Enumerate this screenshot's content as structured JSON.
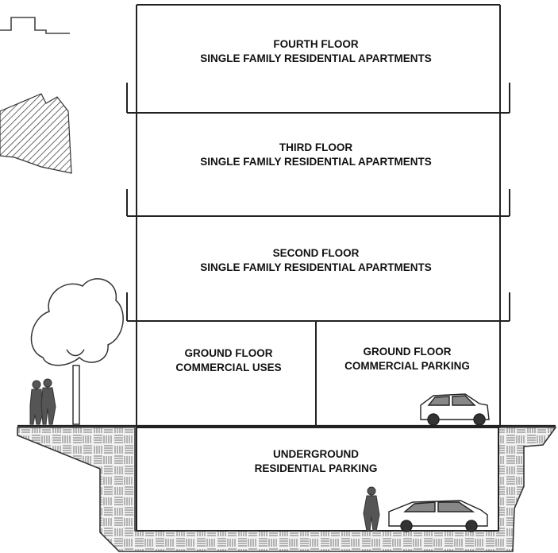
{
  "floors": {
    "fourth": {
      "line1": "FOURTH FLOOR",
      "line2": "SINGLE FAMILY RESIDENTIAL APARTMENTS"
    },
    "third": {
      "line1": "THIRD FLOOR",
      "line2": "SINGLE FAMILY RESIDENTIAL APARTMENTS"
    },
    "second": {
      "line1": "SECOND FLOOR",
      "line2": "SINGLE FAMILY RESIDENTIAL APARTMENTS"
    },
    "ground_commercial": {
      "line1": "GROUND FLOOR",
      "line2": "COMMERCIAL USES"
    },
    "ground_parking": {
      "line1": "GROUND FLOOR",
      "line2": "COMMERCIAL PARKING"
    },
    "underground": {
      "line1": "UNDERGROUND",
      "line2": "RESIDENTIAL PARKING"
    }
  },
  "colors": {
    "line": "#222222",
    "earth": "#555555",
    "paper": "#ffffff"
  }
}
